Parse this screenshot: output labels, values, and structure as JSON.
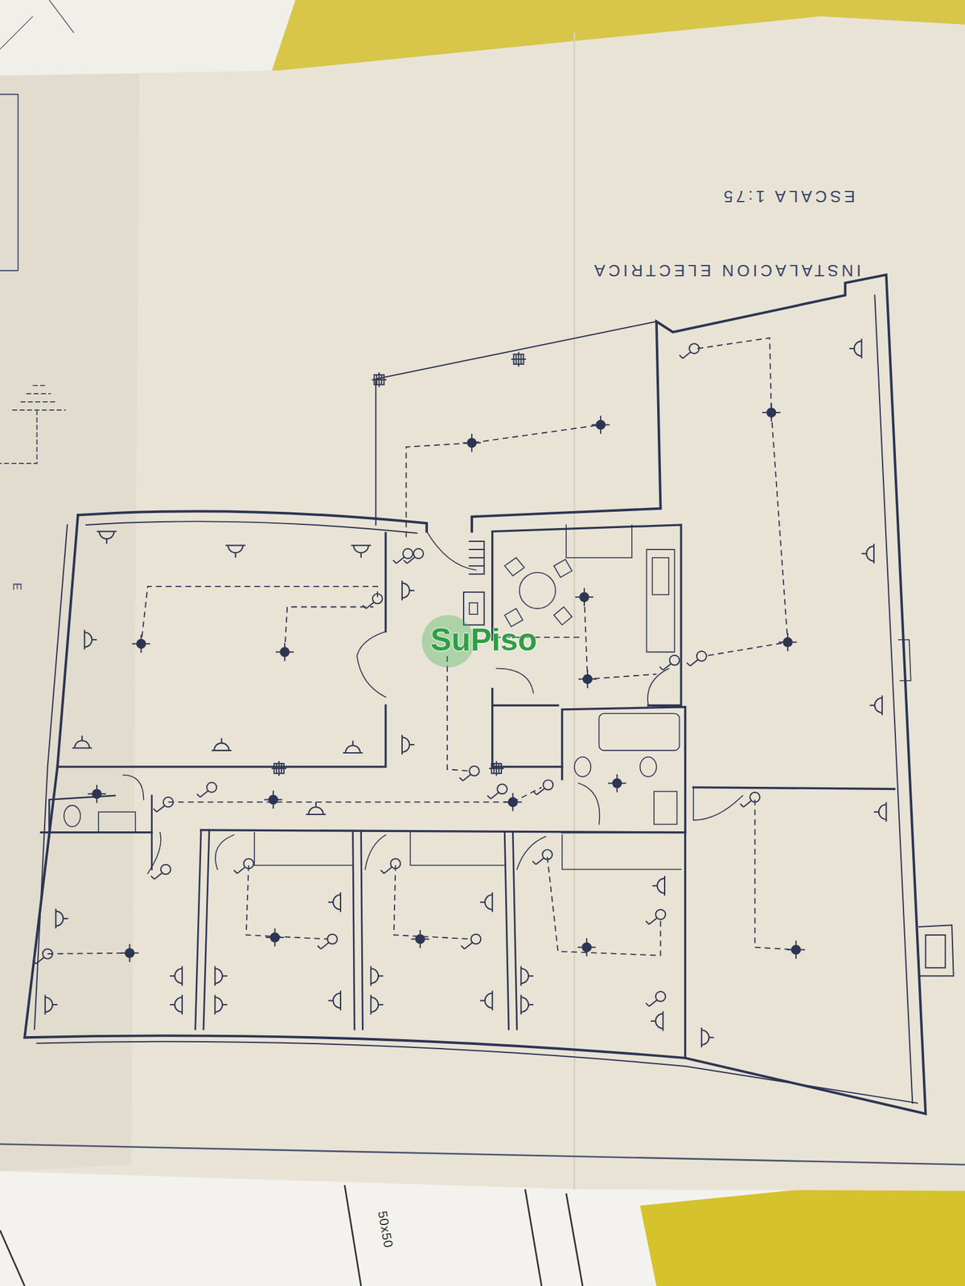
{
  "diagram": {
    "title": "INSTALACION ELECTRICA",
    "labels": [
      "ESCALA 1:75",
      "SuPiso",
      "E",
      "50x50"
    ]
  }
}
